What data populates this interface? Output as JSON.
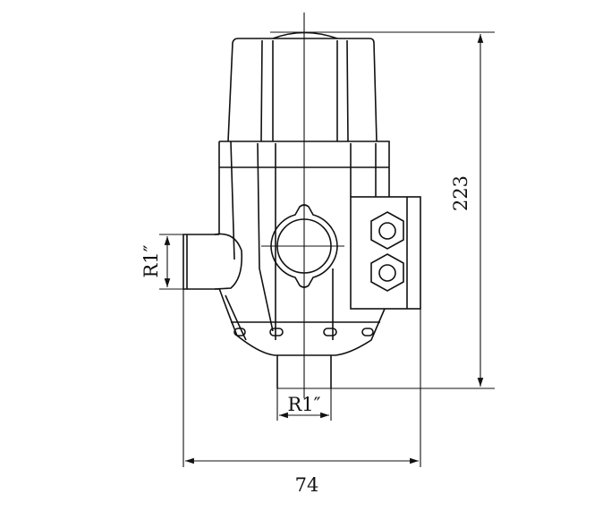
{
  "drawing": {
    "dimensions": {
      "height": "223",
      "width": "74",
      "side_inlet_thread": "R1″",
      "bottom_outlet_thread": "R1″"
    },
    "colors": {
      "line": "#111111",
      "background": "#ffffff"
    }
  }
}
